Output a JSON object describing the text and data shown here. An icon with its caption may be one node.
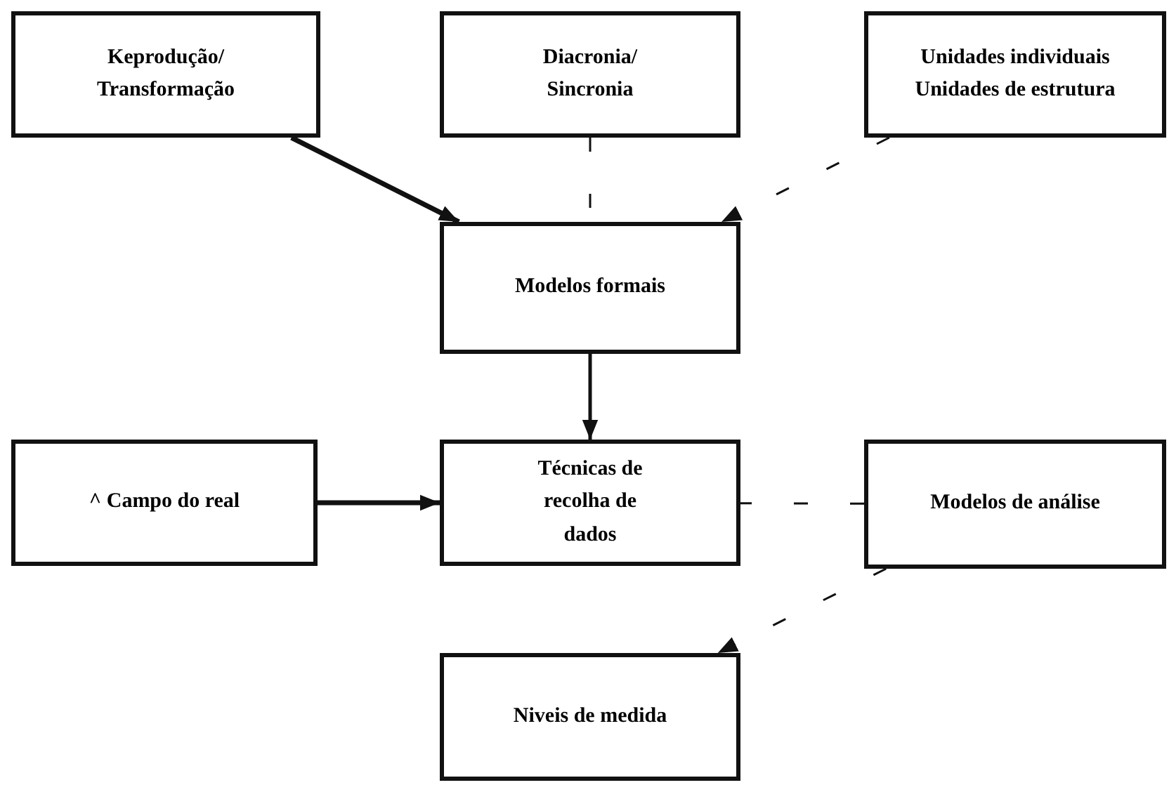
{
  "diagram": {
    "nodes": [
      {
        "text": [
          "Keprodução/ Transformação"
        ]
      },
      {
        "text": [
          "Diacronia/ Sincronia"
        ]
      },
      {
        "text": [
          "Unidades individuais",
          "Unidades de estrutura"
        ]
      },
      {
        "text": [
          "Modelos formais"
        ]
      },
      {
        "text": [
          "Técnicas de recolha de dados"
        ]
      },
      {
        "text": [
          "^ Campo do real"
        ]
      },
      {
        "text": [
          "Modelos de análise"
        ]
      },
      {
        "text": [
          "Niveis de medida"
        ]
      }
    ],
    "edges": [
      {
        "from": 0,
        "to": 3,
        "arrow": "to",
        "style": "thick"
      },
      {
        "from": 1,
        "to": 3,
        "arrow": "none",
        "style": "dashed"
      },
      {
        "from": 2,
        "to": 3,
        "arrow": "to",
        "style": "dashed"
      },
      {
        "from": 3,
        "to": 4,
        "arrow": "to"
      },
      {
        "from": 5,
        "to": 4,
        "arrow": "to",
        "style": "thick"
      },
      {
        "from": 6,
        "to": 4,
        "arrow": "none",
        "style": "dashed"
      },
      {
        "from": 6,
        "to": 7,
        "arrow": "to",
        "style": "dashed"
      }
    ]
  }
}
